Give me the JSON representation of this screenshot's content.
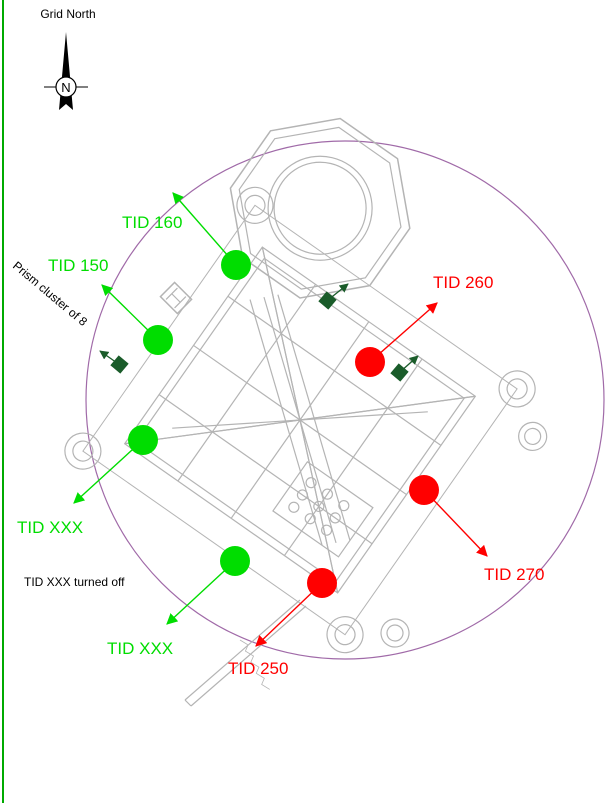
{
  "north_arrow": {
    "label": "Grid North",
    "letter": "N"
  },
  "annotations": {
    "prism_cluster": "Prism cluster of 8",
    "turned_off_note": "TID XXX turned off"
  },
  "colors": {
    "active": "#00dd00",
    "alarm": "#ff0000",
    "prism": "#1a5c2a",
    "radius_circle": "#a06aa8",
    "structure": "#b4b4b4",
    "border": "#00aa00"
  },
  "tids": [
    {
      "label": "TID 160",
      "status": "active"
    },
    {
      "label": "TID 150",
      "status": "active"
    },
    {
      "label": "TID XXX",
      "status": "active"
    },
    {
      "label": "TID XXX",
      "status": "active"
    },
    {
      "label": "TID 260",
      "status": "alarm"
    },
    {
      "label": "TID 270",
      "status": "alarm"
    },
    {
      "label": "TID 250",
      "status": "alarm"
    }
  ]
}
